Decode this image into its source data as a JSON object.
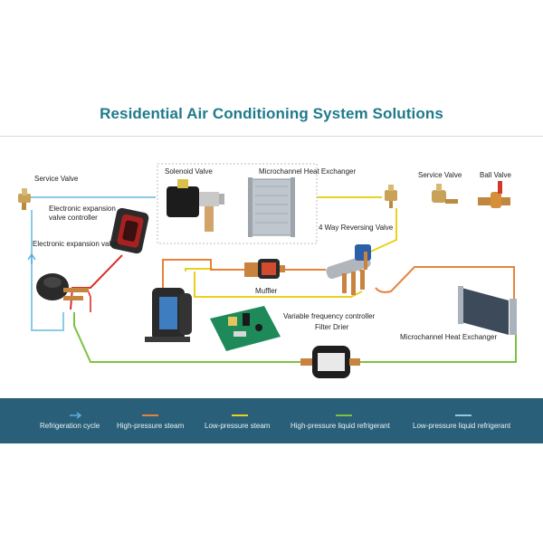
{
  "title": "Residential Air Conditioning System Solutions",
  "labels": {
    "service_valve_left": "Service Valve",
    "eev_controller_line1": "Electronic expansion",
    "eev_controller_line2": "valve controller",
    "eev": "Electronic expansion valve",
    "solenoid_valve": "Solenoid Valve",
    "microchannel_top": "Microchannel Heat Exchanger",
    "service_valve_right": "Service Valve",
    "ball_valve": "Ball Valve",
    "four_way_valve": "4 Way Reversing Valve",
    "muffler": "Muffler",
    "vfc": "Variable frequency controller",
    "filter_drier": "Filter Drier",
    "microchannel_right": "Microchannel Heat Exchanger"
  },
  "legend": [
    {
      "label": "Refrigeration cycle",
      "color": "#5aaee0",
      "kind": "arrow"
    },
    {
      "label": "High-pressure steam",
      "color": "#e8823a",
      "kind": "line"
    },
    {
      "label": "Low-pressure steam",
      "color": "#e8d21e",
      "kind": "line"
    },
    {
      "label": "High-pressure liquid refrigerant",
      "color": "#7cc242",
      "kind": "line"
    },
    {
      "label": "Low-pressure liquid refrigerant",
      "color": "#8ccbe8",
      "kind": "line"
    }
  ],
  "colors": {
    "title": "#1f7a8c",
    "high_pressure_steam": "#e8823a",
    "low_pressure_steam": "#e8d21e",
    "high_pressure_liquid": "#7cc242",
    "low_pressure_liquid": "#8ccbe8",
    "red_line": "#d9302b",
    "legend_bg": "#2a5f79"
  }
}
